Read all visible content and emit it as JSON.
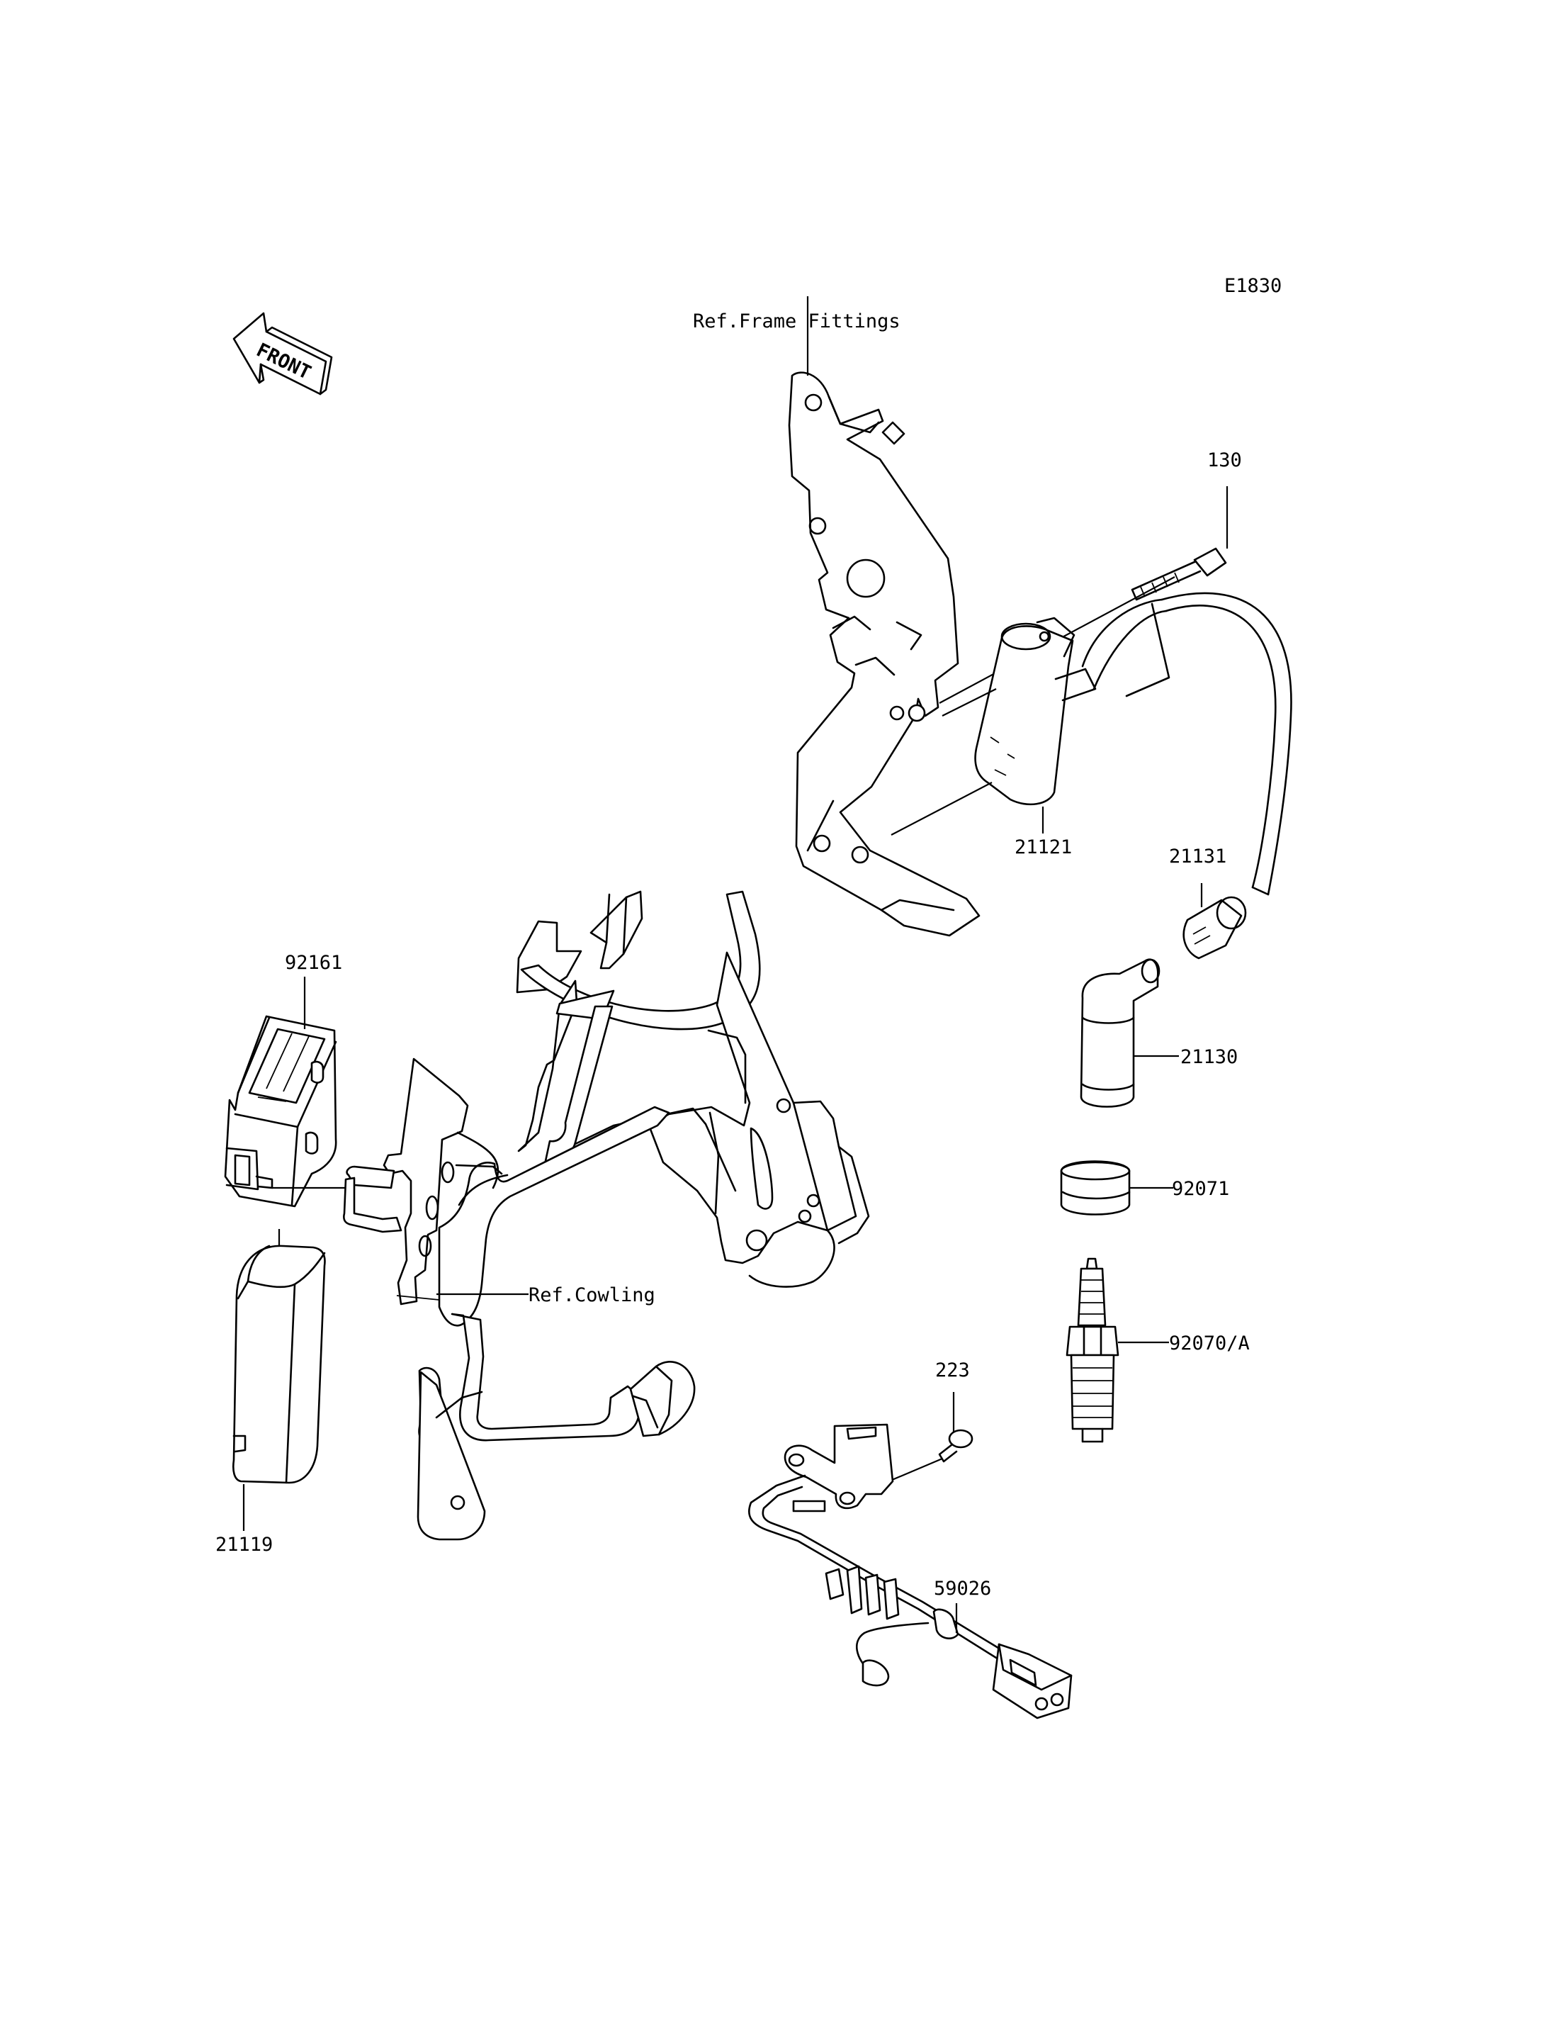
{
  "diagram_code": "E1830",
  "front_label": "FRONT",
  "refs": {
    "frame_fittings": "Ref.Frame Fittings",
    "cowling": "Ref.Cowling"
  },
  "parts": {
    "bolt_130": "130",
    "ignition_coil": "21121",
    "cap_21131": "21131",
    "plug_cap": "21130",
    "seal_92071": "92071",
    "spark_plug": "92070/A",
    "bolt_223": "223",
    "sensor_harness": "59026",
    "ecu_holder": "92161",
    "ecu": "21119"
  }
}
